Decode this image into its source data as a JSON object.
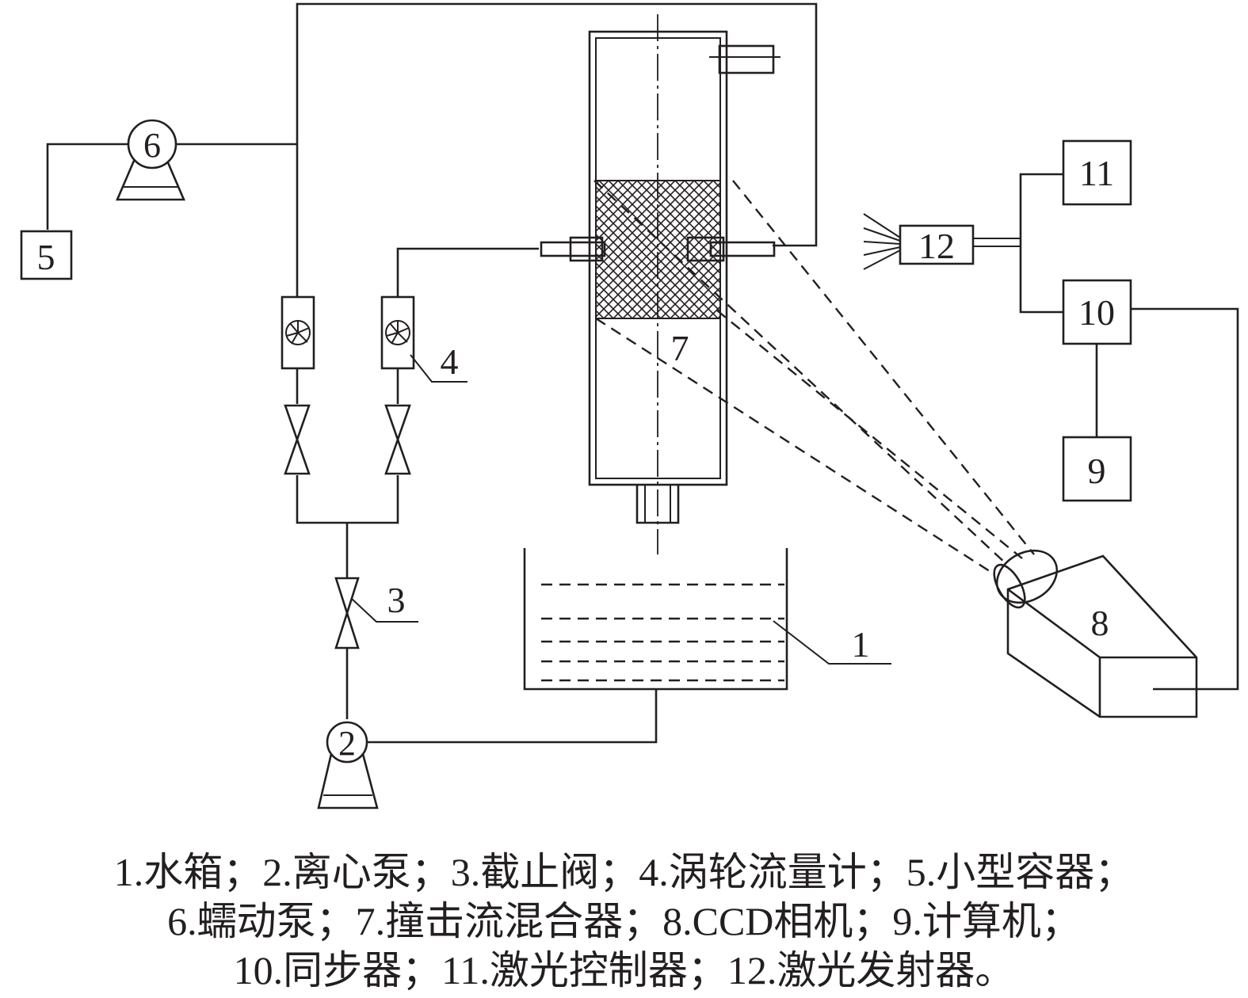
{
  "labels": {
    "water_tank": "1",
    "centrifugal_pump": "2",
    "stop_valve": "3",
    "turbine_flowmeter": "4",
    "small_container": "5",
    "peristaltic_pump": "6",
    "mixer": "7",
    "ccd_camera": "8",
    "computer": "9",
    "synchronizer": "10",
    "laser_controller": "11",
    "laser_emitter": "12"
  },
  "caption": {
    "line1": "1.水箱；2.离心泵；3.截止阀；4.涡轮流量计；5.小型容器；",
    "line2": "6.蠕动泵；7.撞击流混合器；8.CCD相机；9.计算机；",
    "line3": "10.同步器；11.激光控制器；12.激光发射器。"
  },
  "colors": {
    "ink": "#231f20",
    "background": "#ffffff"
  }
}
